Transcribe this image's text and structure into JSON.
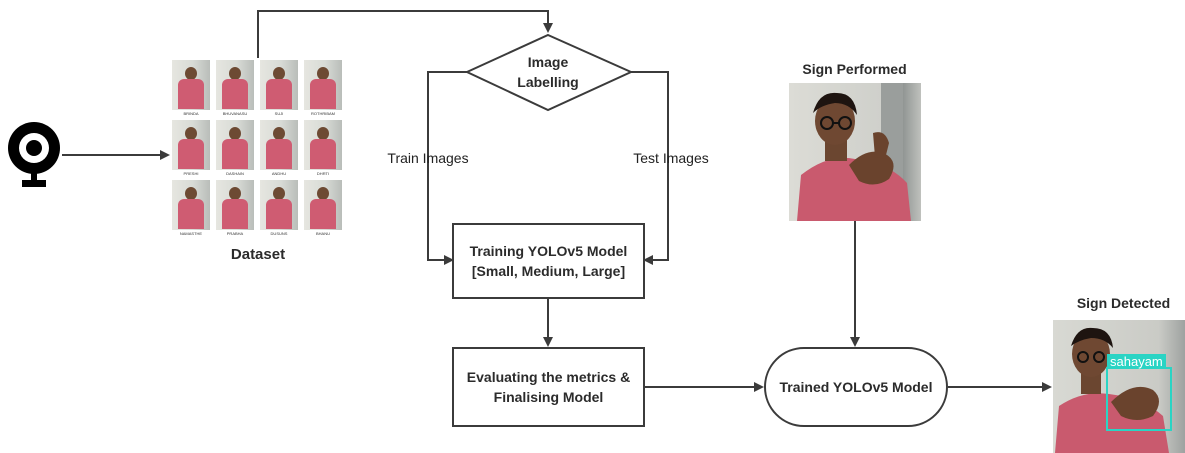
{
  "nodes": {
    "image_labelling": "Image\nLabelling",
    "training": [
      "Training YOLOv5 Model",
      "[Small, Medium, Large]"
    ],
    "evaluating": [
      "Evaluating the metrics &",
      "Finalising Model"
    ],
    "trained": "Trained YOLOv5 Model"
  },
  "labels": {
    "dataset": "Dataset",
    "train_images": "Train Images",
    "test_images": "Test Images",
    "sign_performed": "Sign Performed",
    "sign_detected": "Sign Detected",
    "detection_tag": "sahayam"
  },
  "dataset_captions": [
    "BRINDA",
    "BHUVANASU",
    "SUJI",
    "ROTHRIBAM",
    "PRESHI",
    "DASHAIN",
    "ANDHU",
    "DHRTI",
    "NAMASTHE",
    "PRABHA",
    "DUSUNS",
    "BHANU"
  ],
  "icons": {
    "source": "webcam-icon"
  },
  "colors": {
    "line": "#3b3b3b",
    "detection_box": "#2ad4c4"
  }
}
